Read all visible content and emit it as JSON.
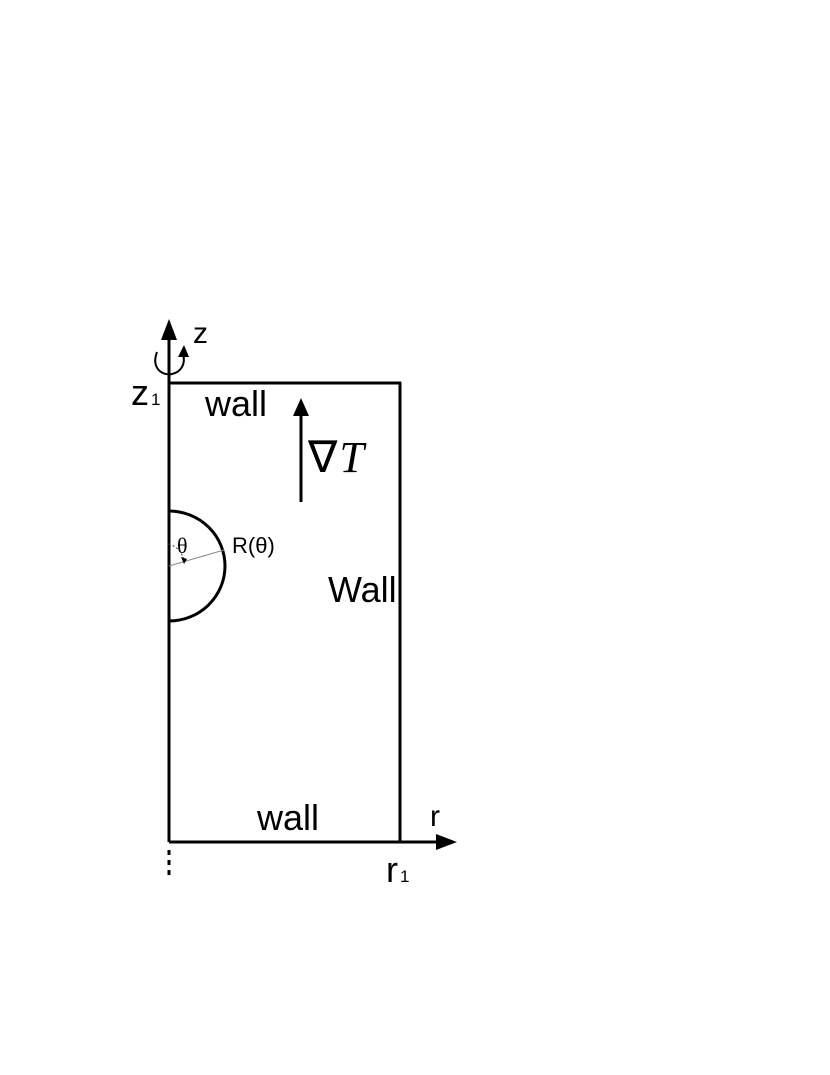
{
  "axes": {
    "z_label": "z",
    "z1_main": "z",
    "z1_sub": "1",
    "r_label": "r",
    "r1_main": "r",
    "r1_sub": "1"
  },
  "walls": {
    "top": "wall",
    "right": "Wall",
    "bottom": "wall"
  },
  "gradient": {
    "nabla": "∇",
    "T": "T"
  },
  "drop": {
    "angle": "θ",
    "radius_label": "R(θ)"
  }
}
